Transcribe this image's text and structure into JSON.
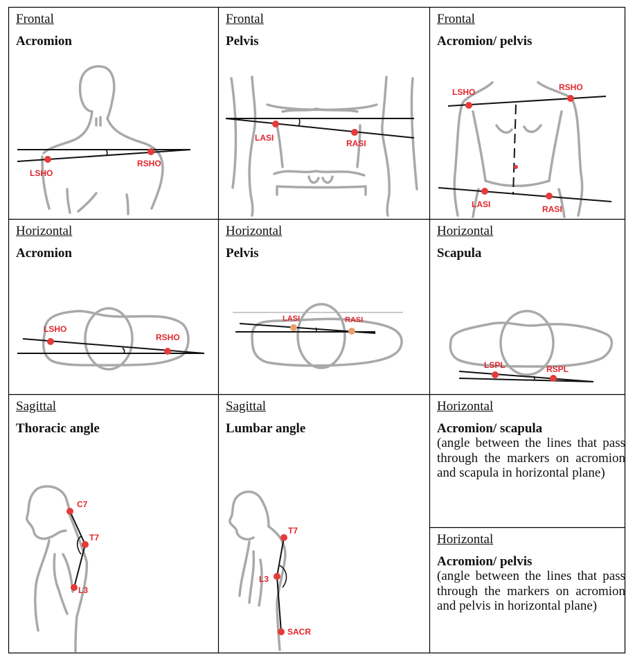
{
  "cells": {
    "r1c1": {
      "plane": "Frontal",
      "title": "Acromion",
      "labels": [
        "LSHO",
        "RSHO"
      ]
    },
    "r1c2": {
      "plane": "Frontal",
      "title": "Pelvis",
      "labels": [
        "LASI",
        "RASI"
      ]
    },
    "r1c3": {
      "plane": "Frontal",
      "title": "Acromion/ pelvis",
      "labels": [
        "LSHO",
        "RSHO",
        "LASI",
        "RASI"
      ]
    },
    "r2c1": {
      "plane": "Horizontal",
      "title": "Acromion",
      "labels": [
        "LSHO",
        "RSHO"
      ]
    },
    "r2c2": {
      "plane": "Horizontal",
      "title": "Pelvis",
      "labels": [
        "LASI",
        "RASI"
      ]
    },
    "r2c3": {
      "plane": "Horizontal",
      "title": "Scapula",
      "labels": [
        "LSPL",
        "RSPL"
      ]
    },
    "r3c1": {
      "plane": "Sagittal",
      "title": "Thoracic angle",
      "labels": [
        "C7",
        "T7",
        "L3"
      ]
    },
    "r3c2": {
      "plane": "Sagittal",
      "title": "Lumbar angle",
      "labels": [
        "T7",
        "L3",
        "SACR"
      ]
    },
    "r3c3a": {
      "plane": "Horizontal",
      "title": "Acromion/ scapula",
      "desc": "(angle between the lines that pass through the markers on acromion and scapula in horizontal plane)"
    },
    "r3c3b": {
      "plane": "Horizontal",
      "title": "Acromion/ pelvis",
      "desc": "(angle between the lines that pass through the markers on acromion and pelvis in horizontal plane)"
    }
  },
  "colors": {
    "marker": "#e53b3b",
    "label": "#e0262b",
    "outline": "#a9a9a9",
    "line": "#111111"
  }
}
